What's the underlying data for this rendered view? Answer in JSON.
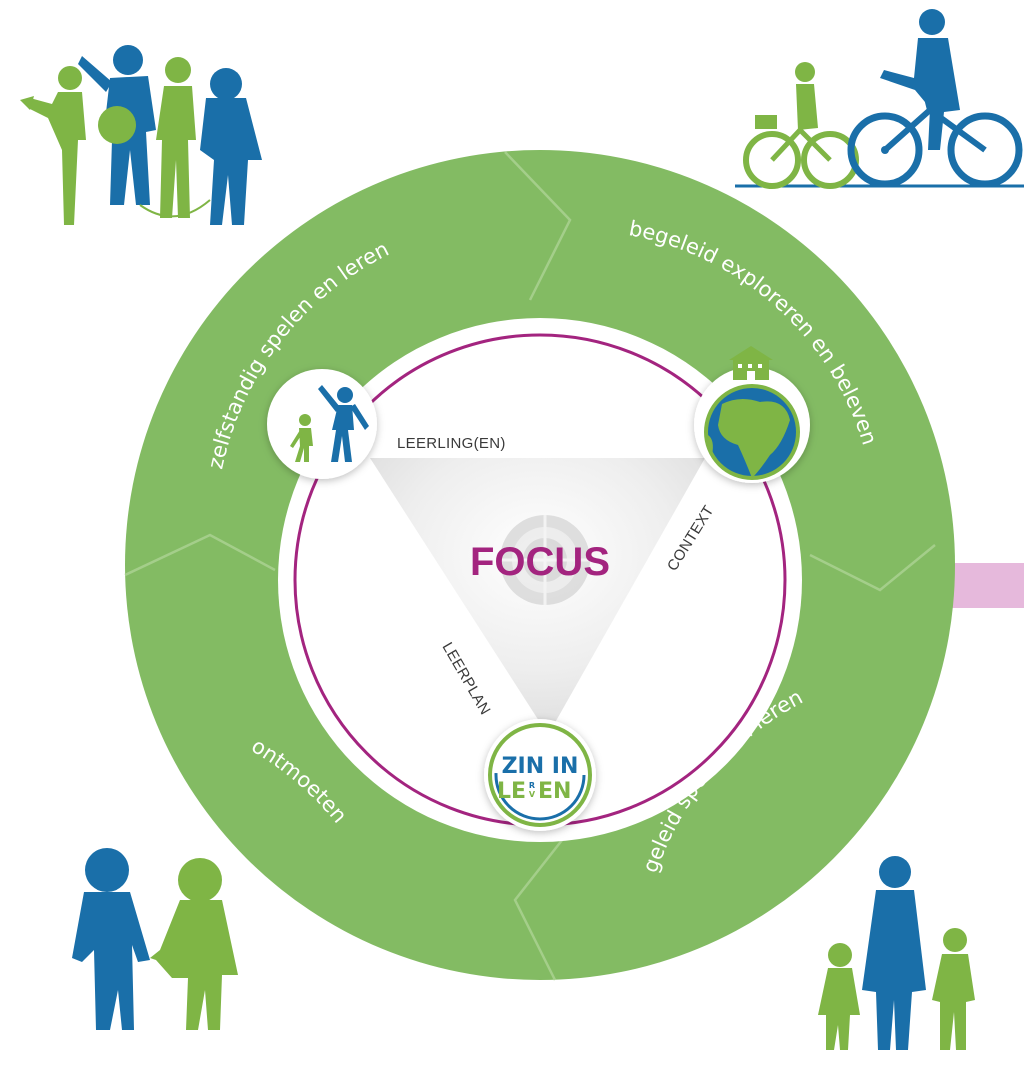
{
  "segments": [
    {
      "label": "zelfstandig spelen en leren"
    },
    {
      "label": "begeleid exploreren en beleven"
    },
    {
      "label": "geleid spelen en leren"
    },
    {
      "label": "ontmoeten"
    }
  ],
  "triangle": {
    "learner": "LEERLING(EN)",
    "context": "CONTEXT",
    "curriculum": "LEERPLAN"
  },
  "center": {
    "title": "FOCUS"
  },
  "logo": {
    "line1": "ZIN IN",
    "line2a": "LE",
    "line2b": "EN",
    "mid_top": "R",
    "mid_bottom": "V"
  },
  "colors": {
    "green": "#83bb63",
    "green_dark": "#6ca74d",
    "blue": "#1a6fa9",
    "purple": "#a3247f",
    "pink_bar": "#e6b9dc",
    "icon_green": "#7fb545"
  },
  "icons": [
    "children-playing-silhouette",
    "parent-child-cycling-silhouette",
    "children-holding-hands-silhouette",
    "parent-with-children-silhouette",
    "children-icon",
    "globe-school-icon",
    "zin-in-leren-logo"
  ]
}
